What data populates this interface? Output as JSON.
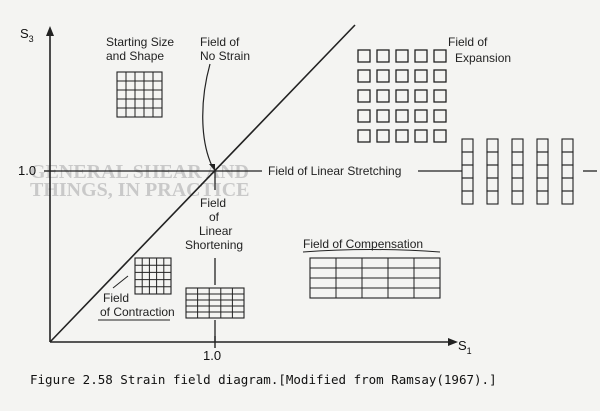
{
  "axes": {
    "x_label": "S",
    "x_subscript": "1",
    "y_label": "S",
    "y_subscript": "3",
    "x_tick": "1.0",
    "y_tick": "1.0"
  },
  "fields": {
    "starting_size_line1": "Starting Size",
    "starting_size_line2": "and Shape",
    "no_strain_line1": "Field of",
    "no_strain_line2": "No Strain",
    "expansion_line1": "Field of",
    "expansion_line2": "Expansion",
    "linear_stretching": "Field of Linear Stretching",
    "linear_shortening_line1": "Field",
    "linear_shortening_line2": "of",
    "linear_shortening_line3": "Linear",
    "linear_shortening_line4": "Shortening",
    "compensation": "Field of Compensation",
    "contraction_line1": "Field",
    "contraction_line2": "of Contraction"
  },
  "caption": "Figure 2.58 Strain field diagram.[Modified from Ramsay(1967).]",
  "colors": {
    "ink": "#222222",
    "background": "#f4f4f2"
  }
}
